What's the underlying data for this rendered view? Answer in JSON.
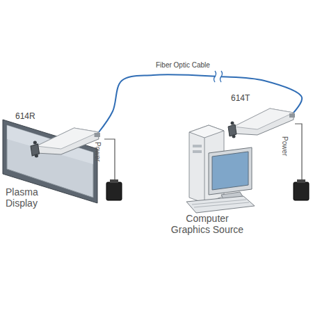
{
  "diagram": {
    "nodes": [
      {
        "text": [
          "614R"
        ]
      },
      {
        "text": [
          "614T"
        ]
      }
    ],
    "edges": [
      {
        "from": 0,
        "to": 1,
        "arrow": "none",
        "label": "Fiber Optic Cable"
      }
    ],
    "labels": [
      "Power",
      "Plasma Display",
      "Power",
      "Computer Graphics Source"
    ]
  }
}
